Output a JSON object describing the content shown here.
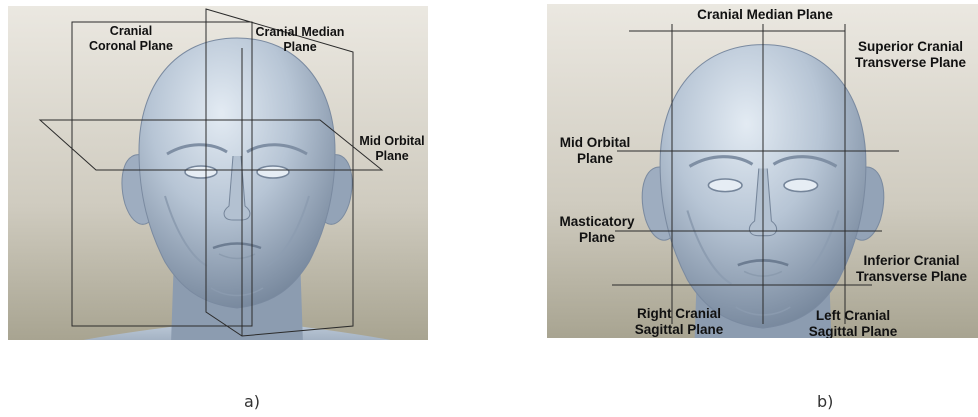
{
  "panel_a": {
    "caption": "a)",
    "labels": {
      "coronal": "Cranial\nCoronal Plane",
      "median": "Cranial Median\nPlane",
      "mid_orbital": "Mid Orbital\nPlane"
    }
  },
  "panel_b": {
    "caption": "b)",
    "labels": {
      "median": "Cranial Median Plane",
      "superior": "Superior Cranial\nTransverse Plane",
      "mid_orbital": "Mid Orbital\nPlane",
      "masticatory": "Masticatory\nPlane",
      "inferior": "Inferior Cranial\nTransverse Plane",
      "right_sagittal": "Right Cranial\nSagittal Plane",
      "left_sagittal": "Left Cranial\nSagittal Plane"
    }
  },
  "colors": {
    "background_top": "#e9e6df",
    "background_bottom": "#a9a593",
    "skin_light": "#d3dde9",
    "skin_mid": "#a7b6c8",
    "skin_dark": "#6f8096",
    "plane_line": "#2b2b2b"
  }
}
